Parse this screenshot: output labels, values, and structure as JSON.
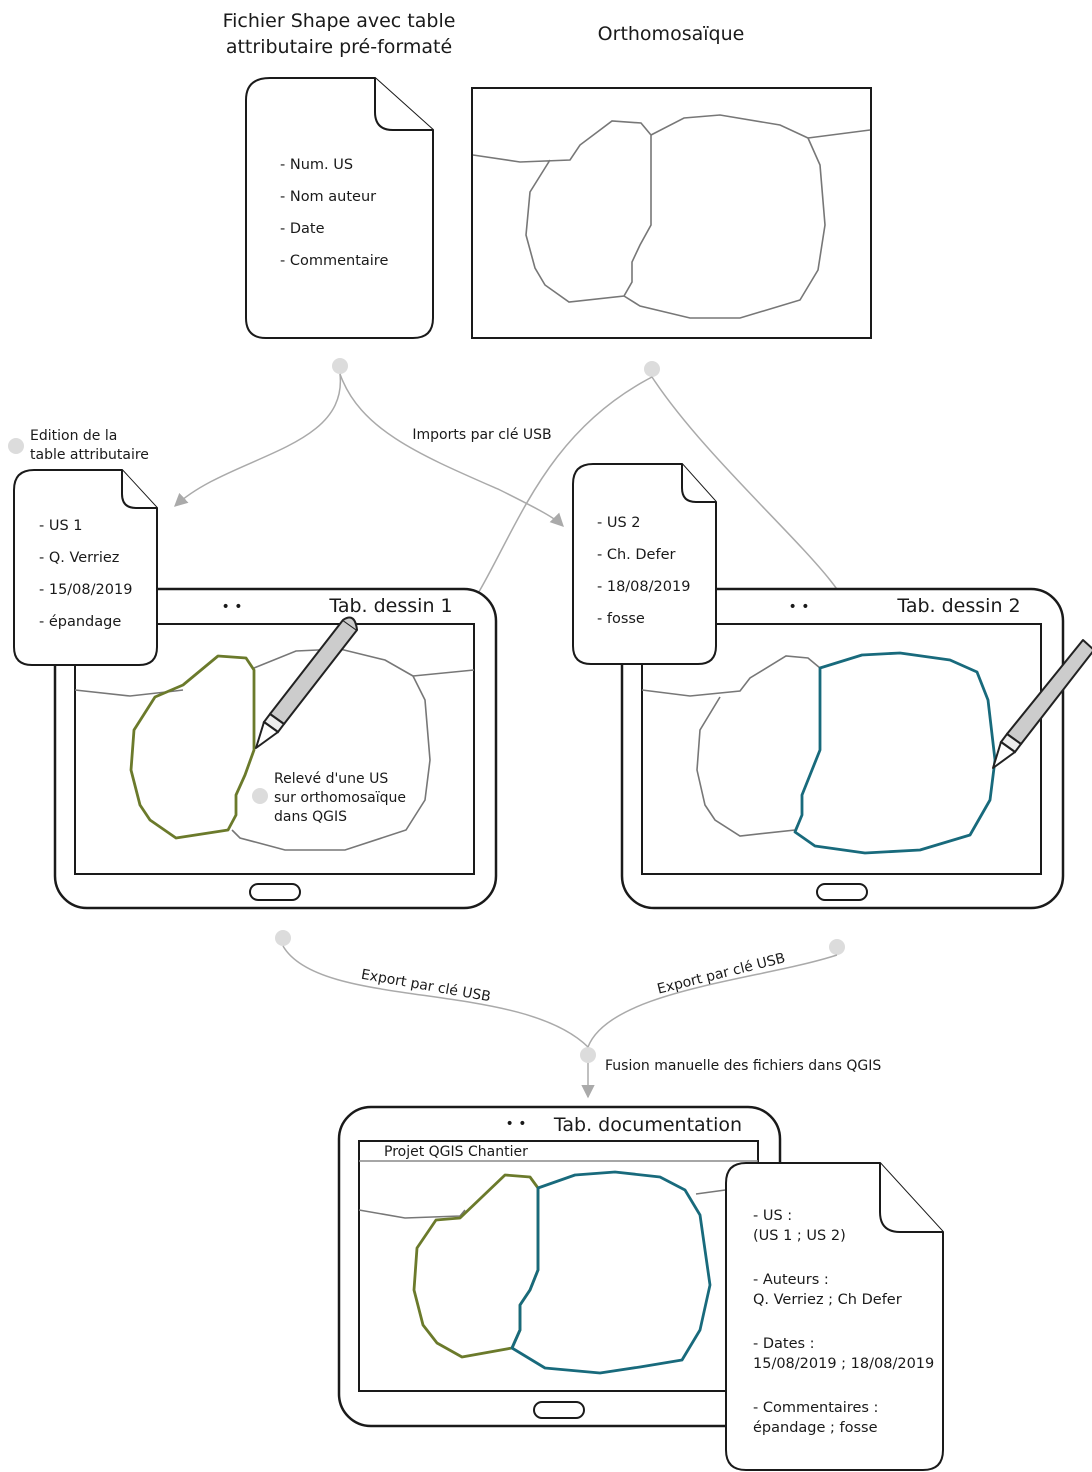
{
  "shapefile": {
    "title_line1": "Fichier Shape avec table",
    "title_line2": "attributaire pré-formaté",
    "fields": [
      "- Num. US",
      "- Nom auteur",
      "- Date",
      "- Commentaire"
    ]
  },
  "ortho": {
    "title": "Orthomosaïque"
  },
  "edit_label": {
    "line1": "Edition de la",
    "line2": "table attributaire"
  },
  "import_label": "Imports par clé USB",
  "tab1": {
    "title": "Tab. dessin 1",
    "dots": "• •",
    "record": [
      "- US 1",
      "- Q. Verriez",
      "- 15/08/2019",
      "- épandage"
    ],
    "note": [
      "Relevé d'une US",
      "sur orthomosaïque",
      "dans QGIS"
    ]
  },
  "tab2": {
    "title": "Tab. dessin 2",
    "dots": "• •",
    "record": [
      "- US 2",
      "- Ch. Defer",
      "- 18/08/2019",
      "- fosse"
    ]
  },
  "export_left": "Export par clé USB",
  "export_right": "Export par clé USB",
  "fusion_label": "Fusion manuelle des fichiers dans QGIS",
  "tab_doc": {
    "title": "Tab. documentation",
    "dots": "• •",
    "project": "Projet QGIS Chantier",
    "summary": {
      "us_label": "- US :",
      "us_value": "(US 1 ; US 2)",
      "auteurs_label": "- Auteurs :",
      "auteurs_value": "Q. Verriez ; Ch Defer",
      "dates_label": "- Dates :",
      "dates_value": "15/08/2019 ; 18/08/2019",
      "comments_label": "- Commentaires :",
      "comments_value": "épandage ; fosse"
    }
  },
  "colors": {
    "us1": "#6b7a2b",
    "us2": "#186a7c",
    "connector": "#aaaaaa",
    "node": "#dcdcdc"
  }
}
